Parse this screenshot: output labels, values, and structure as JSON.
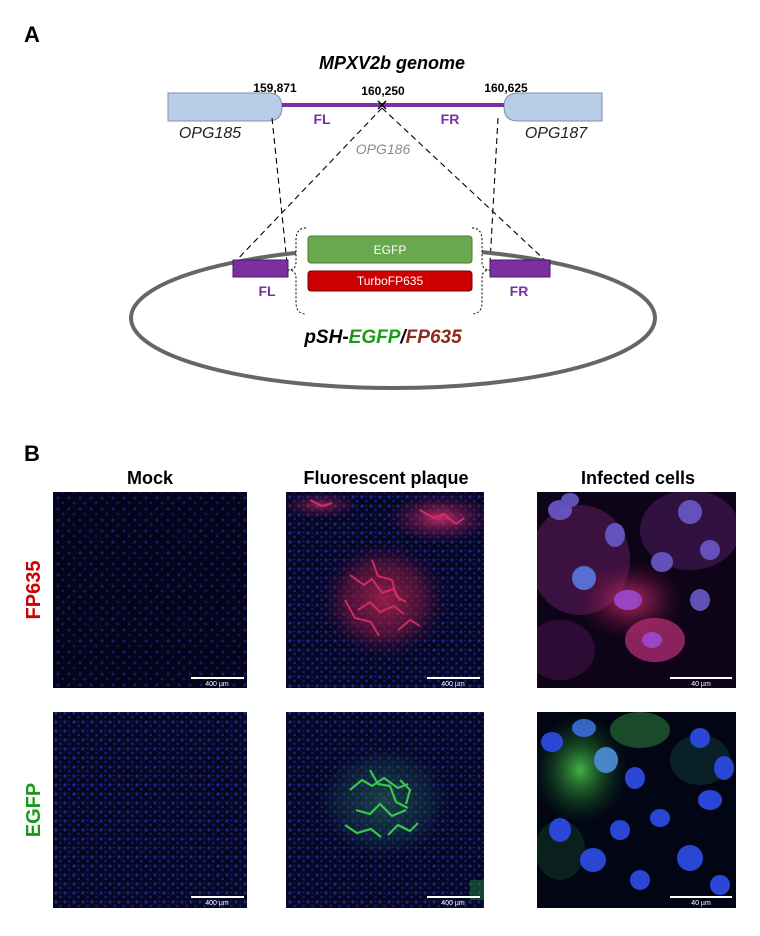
{
  "panel_a": {
    "letter": "A",
    "title": "MPXV2b genome",
    "coords": {
      "left": "159,871",
      "mid": "160,250",
      "right": "160,625"
    },
    "genes": {
      "left": "OPG185",
      "mid": "OPG186",
      "right": "OPG187"
    },
    "arm_left": "FL",
    "arm_right": "FR",
    "cassette": {
      "egfp": "EGFP",
      "turbo": "TurboFP635"
    },
    "plasmid": {
      "prefix": "pSH-",
      "egfp": "EGFP",
      "slash": "/",
      "fp": "FP635"
    },
    "colors": {
      "gene_box": "#b9cde8",
      "arm": "#7b2fa0",
      "egfp_box": "#6aa84f",
      "turbo_box": "#cc0000",
      "egfp_text": "#1a9a1a",
      "fp_text": "#8b2a1a"
    }
  },
  "panel_b": {
    "letter": "B",
    "columns": [
      "Mock",
      "Fluorescent plaque",
      "Infected cells"
    ],
    "rows": [
      "FP635",
      "EGFP"
    ],
    "scale_bars": {
      "fp635": [
        "400 µm",
        "400 µm",
        "40 µm"
      ],
      "egfp": [
        "400 µm",
        "400 µm",
        "40 µm"
      ]
    },
    "colors": {
      "fp635_label": "#cc0000",
      "egfp_label": "#1a9a1a"
    }
  }
}
